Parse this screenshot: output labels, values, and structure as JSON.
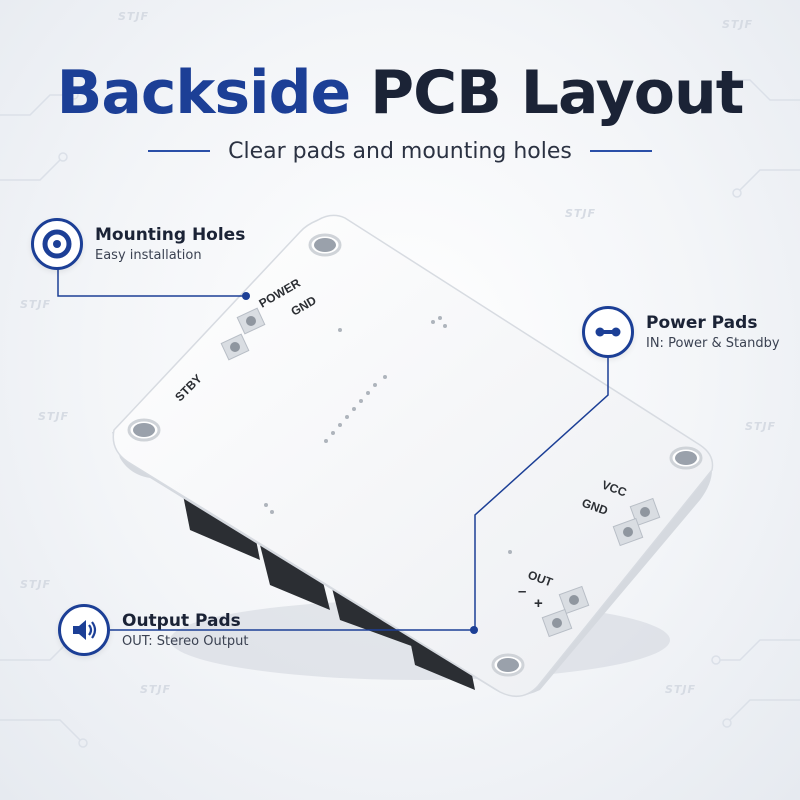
{
  "header": {
    "title_blue": "Backside",
    "title_dark": "PCB Layout",
    "subtitle": "Clear pads and mounting holes"
  },
  "watermark": "STJF",
  "callouts": {
    "mounting": {
      "title": "Mounting Holes",
      "desc": "Easy installation",
      "icon": "mounting-hole-icon"
    },
    "power": {
      "title": "Power Pads",
      "desc": "IN: Power & Standby",
      "icon": "power-pads-icon"
    },
    "output": {
      "title": "Output Pads",
      "desc": "OUT: Stereo Output",
      "icon": "speaker-icon"
    }
  },
  "pcb_labels": {
    "power": "POWER",
    "gnd_top": "GND",
    "stby": "STBY",
    "vcc": "VCC",
    "gnd_right": "GND",
    "out": "OUT",
    "minus": "–",
    "plus": "+"
  },
  "colors": {
    "accent": "#1c3f96",
    "dark": "#1b2336"
  }
}
